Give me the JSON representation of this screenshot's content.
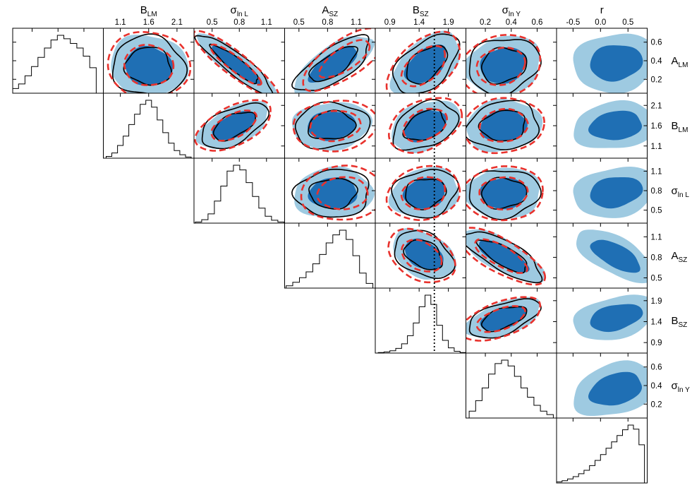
{
  "colors": {
    "outer_fill": "#9ecae1",
    "inner_fill": "#1f6fb4",
    "black_contour": "#000000",
    "red_contour": "#e8322d",
    "frame": "#000000"
  },
  "params": [
    {
      "base": "A",
      "sub": "LM",
      "ticks": [
        0.2,
        0.4,
        0.6
      ],
      "range": [
        0.05,
        0.75
      ]
    },
    {
      "base": "B",
      "sub": "LM",
      "ticks": [
        1.1,
        1.6,
        2.1
      ],
      "range": [
        0.8,
        2.4
      ]
    },
    {
      "base": "σ",
      "sub": "ln L",
      "ticks": [
        0.5,
        0.8,
        1.1
      ],
      "range": [
        0.3,
        1.3
      ]
    },
    {
      "base": "A",
      "sub": "SZ",
      "ticks": [
        0.5,
        0.8,
        1.1
      ],
      "range": [
        0.35,
        1.3
      ]
    },
    {
      "base": "B",
      "sub": "SZ",
      "ticks": [
        0.9,
        1.4,
        1.9
      ],
      "range": [
        0.65,
        2.2
      ]
    },
    {
      "base": "σ",
      "sub": "ln Y",
      "ticks": [
        0.2,
        0.4,
        0.6
      ],
      "range": [
        0.05,
        0.75
      ]
    },
    {
      "base": "r",
      "sub": "",
      "ticks": [
        -0.5,
        0.0,
        0.5
      ],
      "range": [
        -0.8,
        0.85
      ]
    }
  ],
  "chart_data": {
    "type": "triangle-corner-plot",
    "reference_line": {
      "param": "B_SZ",
      "value": 1.66
    },
    "histograms": [
      {
        "param": "A_LM",
        "bins": [
          0.07,
          0.12,
          0.17,
          0.22,
          0.27,
          0.32,
          0.37,
          0.42,
          0.47,
          0.52,
          0.57,
          0.62,
          0.67
        ],
        "counts": [
          0.08,
          0.16,
          0.3,
          0.46,
          0.62,
          0.78,
          0.92,
          1.0,
          0.94,
          0.86,
          0.78,
          0.64,
          0.44
        ]
      },
      {
        "param": "B_LM",
        "bins": [
          0.9,
          1.0,
          1.1,
          1.2,
          1.3,
          1.4,
          1.5,
          1.6,
          1.7,
          1.8,
          1.9,
          2.0,
          2.1,
          2.2,
          2.3
        ],
        "counts": [
          0.03,
          0.09,
          0.22,
          0.38,
          0.58,
          0.76,
          0.93,
          1.0,
          0.88,
          0.66,
          0.44,
          0.26,
          0.13,
          0.06,
          0.02
        ]
      },
      {
        "param": "σ_lnL",
        "bins": [
          0.35,
          0.42,
          0.49,
          0.56,
          0.63,
          0.7,
          0.77,
          0.84,
          0.91,
          0.98,
          1.05,
          1.12,
          1.19,
          1.26
        ],
        "counts": [
          0.02,
          0.06,
          0.16,
          0.38,
          0.64,
          0.9,
          1.0,
          0.92,
          0.7,
          0.46,
          0.26,
          0.12,
          0.05,
          0.02
        ]
      },
      {
        "param": "A_SZ",
        "bins": [
          0.4,
          0.47,
          0.54,
          0.61,
          0.68,
          0.75,
          0.82,
          0.89,
          0.96,
          1.03,
          1.1,
          1.17,
          1.24
        ],
        "counts": [
          0.04,
          0.1,
          0.18,
          0.28,
          0.42,
          0.58,
          0.78,
          0.92,
          1.0,
          0.84,
          0.56,
          0.26,
          0.08
        ]
      },
      {
        "param": "B_SZ",
        "bins": [
          0.75,
          0.85,
          0.95,
          1.05,
          1.15,
          1.25,
          1.35,
          1.45,
          1.55,
          1.65,
          1.75,
          1.85,
          1.95,
          2.05,
          2.15
        ],
        "counts": [
          0.01,
          0.02,
          0.04,
          0.08,
          0.16,
          0.3,
          0.52,
          0.8,
          1.0,
          0.84,
          0.48,
          0.22,
          0.09,
          0.03,
          0.01
        ]
      },
      {
        "param": "σ_lnY",
        "bins": [
          0.1,
          0.15,
          0.2,
          0.25,
          0.3,
          0.35,
          0.4,
          0.45,
          0.5,
          0.55,
          0.6,
          0.65,
          0.7
        ],
        "counts": [
          0.12,
          0.3,
          0.52,
          0.76,
          0.94,
          1.0,
          0.9,
          0.72,
          0.52,
          0.36,
          0.22,
          0.12,
          0.06
        ]
      },
      {
        "param": "r",
        "bins": [
          -0.75,
          -0.65,
          -0.55,
          -0.45,
          -0.35,
          -0.25,
          -0.15,
          -0.05,
          0.05,
          0.15,
          0.25,
          0.35,
          0.45,
          0.55,
          0.65,
          0.75
        ],
        "counts": [
          0.02,
          0.04,
          0.07,
          0.11,
          0.16,
          0.22,
          0.3,
          0.39,
          0.49,
          0.6,
          0.71,
          0.82,
          0.92,
          1.0,
          0.93,
          0.66
        ]
      }
    ],
    "pairs": [
      {
        "px": 1,
        "py": 0,
        "mean": [
          1.6,
          0.34
        ],
        "sd": [
          0.28,
          0.14
        ],
        "corr": -0.05,
        "red": [
          1.6,
          0.35
        ]
      },
      {
        "px": 2,
        "py": 0,
        "mean": [
          0.76,
          0.36
        ],
        "sd": [
          0.18,
          0.14
        ],
        "corr": -0.9,
        "red": [
          0.76,
          0.36
        ]
      },
      {
        "px": 3,
        "py": 0,
        "mean": [
          0.86,
          0.36
        ],
        "sd": [
          0.17,
          0.13
        ],
        "corr": 0.72,
        "red": [
          0.98,
          0.42
        ]
      },
      {
        "px": 4,
        "py": 0,
        "mean": [
          1.52,
          0.36
        ],
        "sd": [
          0.24,
          0.14
        ],
        "corr": 0.5,
        "red": [
          1.48,
          0.34
        ]
      },
      {
        "px": 5,
        "py": 0,
        "mean": [
          0.34,
          0.35
        ],
        "sd": [
          0.12,
          0.13
        ],
        "corr": 0.15,
        "red": [
          0.32,
          0.34
        ]
      },
      {
        "px": 6,
        "py": 0,
        "mean": [
          0.28,
          0.38
        ],
        "sd": [
          0.32,
          0.13
        ],
        "corr": 0.1,
        "red": null
      },
      {
        "px": 2,
        "py": 1,
        "mean": [
          0.74,
          1.6
        ],
        "sd": [
          0.16,
          0.24
        ],
        "corr": 0.55,
        "red": [
          0.74,
          1.6
        ]
      },
      {
        "px": 3,
        "py": 1,
        "mean": [
          0.84,
          1.6
        ],
        "sd": [
          0.17,
          0.24
        ],
        "corr": 0.1,
        "red": [
          0.88,
          1.6
        ]
      },
      {
        "px": 4,
        "py": 1,
        "mean": [
          1.5,
          1.6
        ],
        "sd": [
          0.24,
          0.26
        ],
        "corr": 0.35,
        "red": [
          1.5,
          1.62
        ]
      },
      {
        "px": 5,
        "py": 1,
        "mean": [
          0.34,
          1.6
        ],
        "sd": [
          0.12,
          0.26
        ],
        "corr": 0.1,
        "red": [
          0.34,
          1.6
        ]
      },
      {
        "px": 6,
        "py": 1,
        "mean": [
          0.28,
          1.6
        ],
        "sd": [
          0.32,
          0.24
        ],
        "corr": 0.15,
        "red": null
      },
      {
        "px": 3,
        "py": 2,
        "mean": [
          0.86,
          0.76
        ],
        "sd": [
          0.17,
          0.16
        ],
        "corr": 0.05,
        "red": [
          0.96,
          0.76
        ]
      },
      {
        "px": 4,
        "py": 2,
        "mean": [
          1.5,
          0.76
        ],
        "sd": [
          0.24,
          0.16
        ],
        "corr": 0.15,
        "red": [
          1.48,
          0.76
        ]
      },
      {
        "px": 5,
        "py": 2,
        "mean": [
          0.34,
          0.76
        ],
        "sd": [
          0.12,
          0.16
        ],
        "corr": 0.05,
        "red": [
          0.34,
          0.76
        ]
      },
      {
        "px": 6,
        "py": 2,
        "mean": [
          0.28,
          0.78
        ],
        "sd": [
          0.32,
          0.16
        ],
        "corr": 0.2,
        "red": null
      },
      {
        "px": 4,
        "py": 3,
        "mean": [
          1.48,
          0.84
        ],
        "sd": [
          0.22,
          0.15
        ],
        "corr": -0.35,
        "red": [
          1.44,
          0.82
        ]
      },
      {
        "px": 5,
        "py": 3,
        "mean": [
          0.34,
          0.82
        ],
        "sd": [
          0.13,
          0.16
        ],
        "corr": -0.75,
        "red": [
          0.32,
          0.82
        ]
      },
      {
        "px": 6,
        "py": 3,
        "mean": [
          0.28,
          0.82
        ],
        "sd": [
          0.3,
          0.16
        ],
        "corr": -0.65,
        "red": null
      },
      {
        "px": 5,
        "py": 4,
        "mean": [
          0.34,
          1.48
        ],
        "sd": [
          0.12,
          0.2
        ],
        "corr": 0.55,
        "red": [
          0.32,
          1.46
        ]
      },
      {
        "px": 6,
        "py": 4,
        "mean": [
          0.28,
          1.5
        ],
        "sd": [
          0.32,
          0.22
        ],
        "corr": 0.35,
        "red": null
      },
      {
        "px": 6,
        "py": 5,
        "mean": [
          0.28,
          0.36
        ],
        "sd": [
          0.32,
          0.12
        ],
        "corr": 0.3,
        "red": null
      }
    ]
  }
}
